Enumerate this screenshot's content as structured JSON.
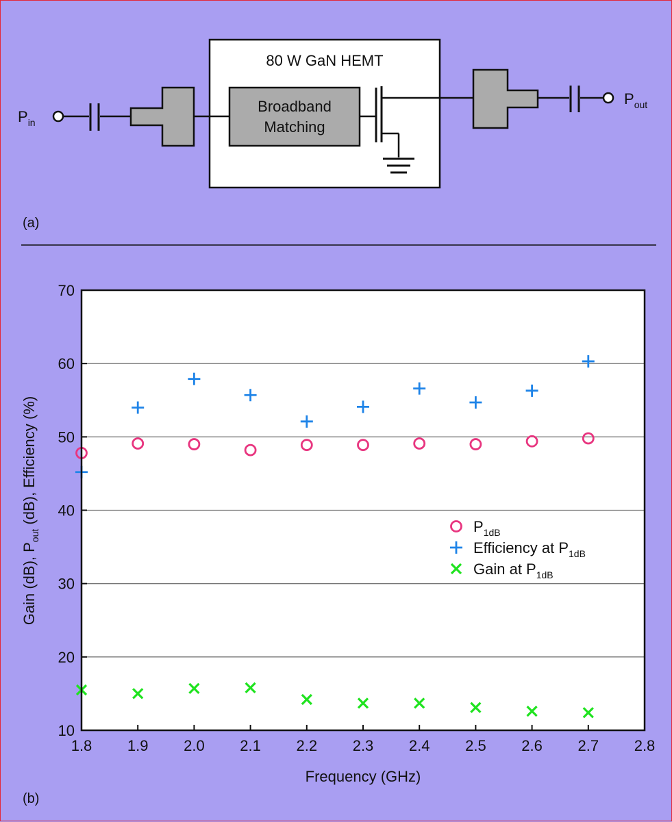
{
  "colors": {
    "background": "#a99ef2",
    "border": "#e3283a",
    "block_fill": "#ababab",
    "p1db": "#e8357f",
    "efficiency": "#1f84e8",
    "gain": "#1fe31f"
  },
  "panel_a": {
    "label": "(a)",
    "device_title": "80 W GaN HEMT",
    "matching_line1": "Broadband",
    "matching_line2": "Matching",
    "input_label": "P",
    "input_sub": "in",
    "output_label": "P",
    "output_sub": "out"
  },
  "panel_b": {
    "label": "(b)"
  },
  "chart_data": {
    "type": "scatter",
    "xlabel": "Frequency (GHz)",
    "ylabel": "Gain (dB), P_out (dB), Efficiency (%)",
    "ylabel_parts": {
      "pre": "Gain (dB), P",
      "sub": "out",
      "post": " (dB), Efficiency (%)"
    },
    "xlim": [
      1.8,
      2.8
    ],
    "ylim": [
      10,
      70
    ],
    "x_ticks": [
      "1.8",
      "1.9",
      "2.0",
      "2.1",
      "2.2",
      "2.3",
      "2.4",
      "2.5",
      "2.6",
      "2.7",
      "2.8"
    ],
    "y_ticks": [
      "10",
      "20",
      "30",
      "40",
      "50",
      "60",
      "70"
    ],
    "grid": "horizontal",
    "legend_position": "right-middle",
    "series": [
      {
        "key": "p1db",
        "marker": "circle",
        "legend": {
          "pre": "P",
          "sub": "1dB",
          "post": ""
        },
        "x": [
          1.8,
          1.9,
          2.0,
          2.1,
          2.2,
          2.3,
          2.4,
          2.5,
          2.6,
          2.7
        ],
        "y": [
          47.8,
          49.1,
          49.0,
          48.2,
          48.9,
          48.9,
          49.1,
          49.0,
          49.4,
          49.8
        ]
      },
      {
        "key": "efficiency",
        "marker": "plus",
        "legend": {
          "pre": "Efficiency at P",
          "sub": "1dB",
          "post": ""
        },
        "x": [
          1.8,
          1.9,
          2.0,
          2.1,
          2.2,
          2.3,
          2.4,
          2.5,
          2.6,
          2.7
        ],
        "y": [
          45.2,
          54.0,
          57.9,
          55.7,
          52.1,
          54.1,
          56.6,
          54.7,
          56.3,
          60.3
        ]
      },
      {
        "key": "gain",
        "marker": "x",
        "legend": {
          "pre": "Gain at P",
          "sub": "1dB",
          "post": ""
        },
        "x": [
          1.8,
          1.9,
          2.0,
          2.1,
          2.2,
          2.3,
          2.4,
          2.5,
          2.6,
          2.7
        ],
        "y": [
          15.5,
          15.0,
          15.7,
          15.8,
          14.2,
          13.7,
          13.7,
          13.1,
          12.6,
          12.4
        ]
      }
    ]
  }
}
